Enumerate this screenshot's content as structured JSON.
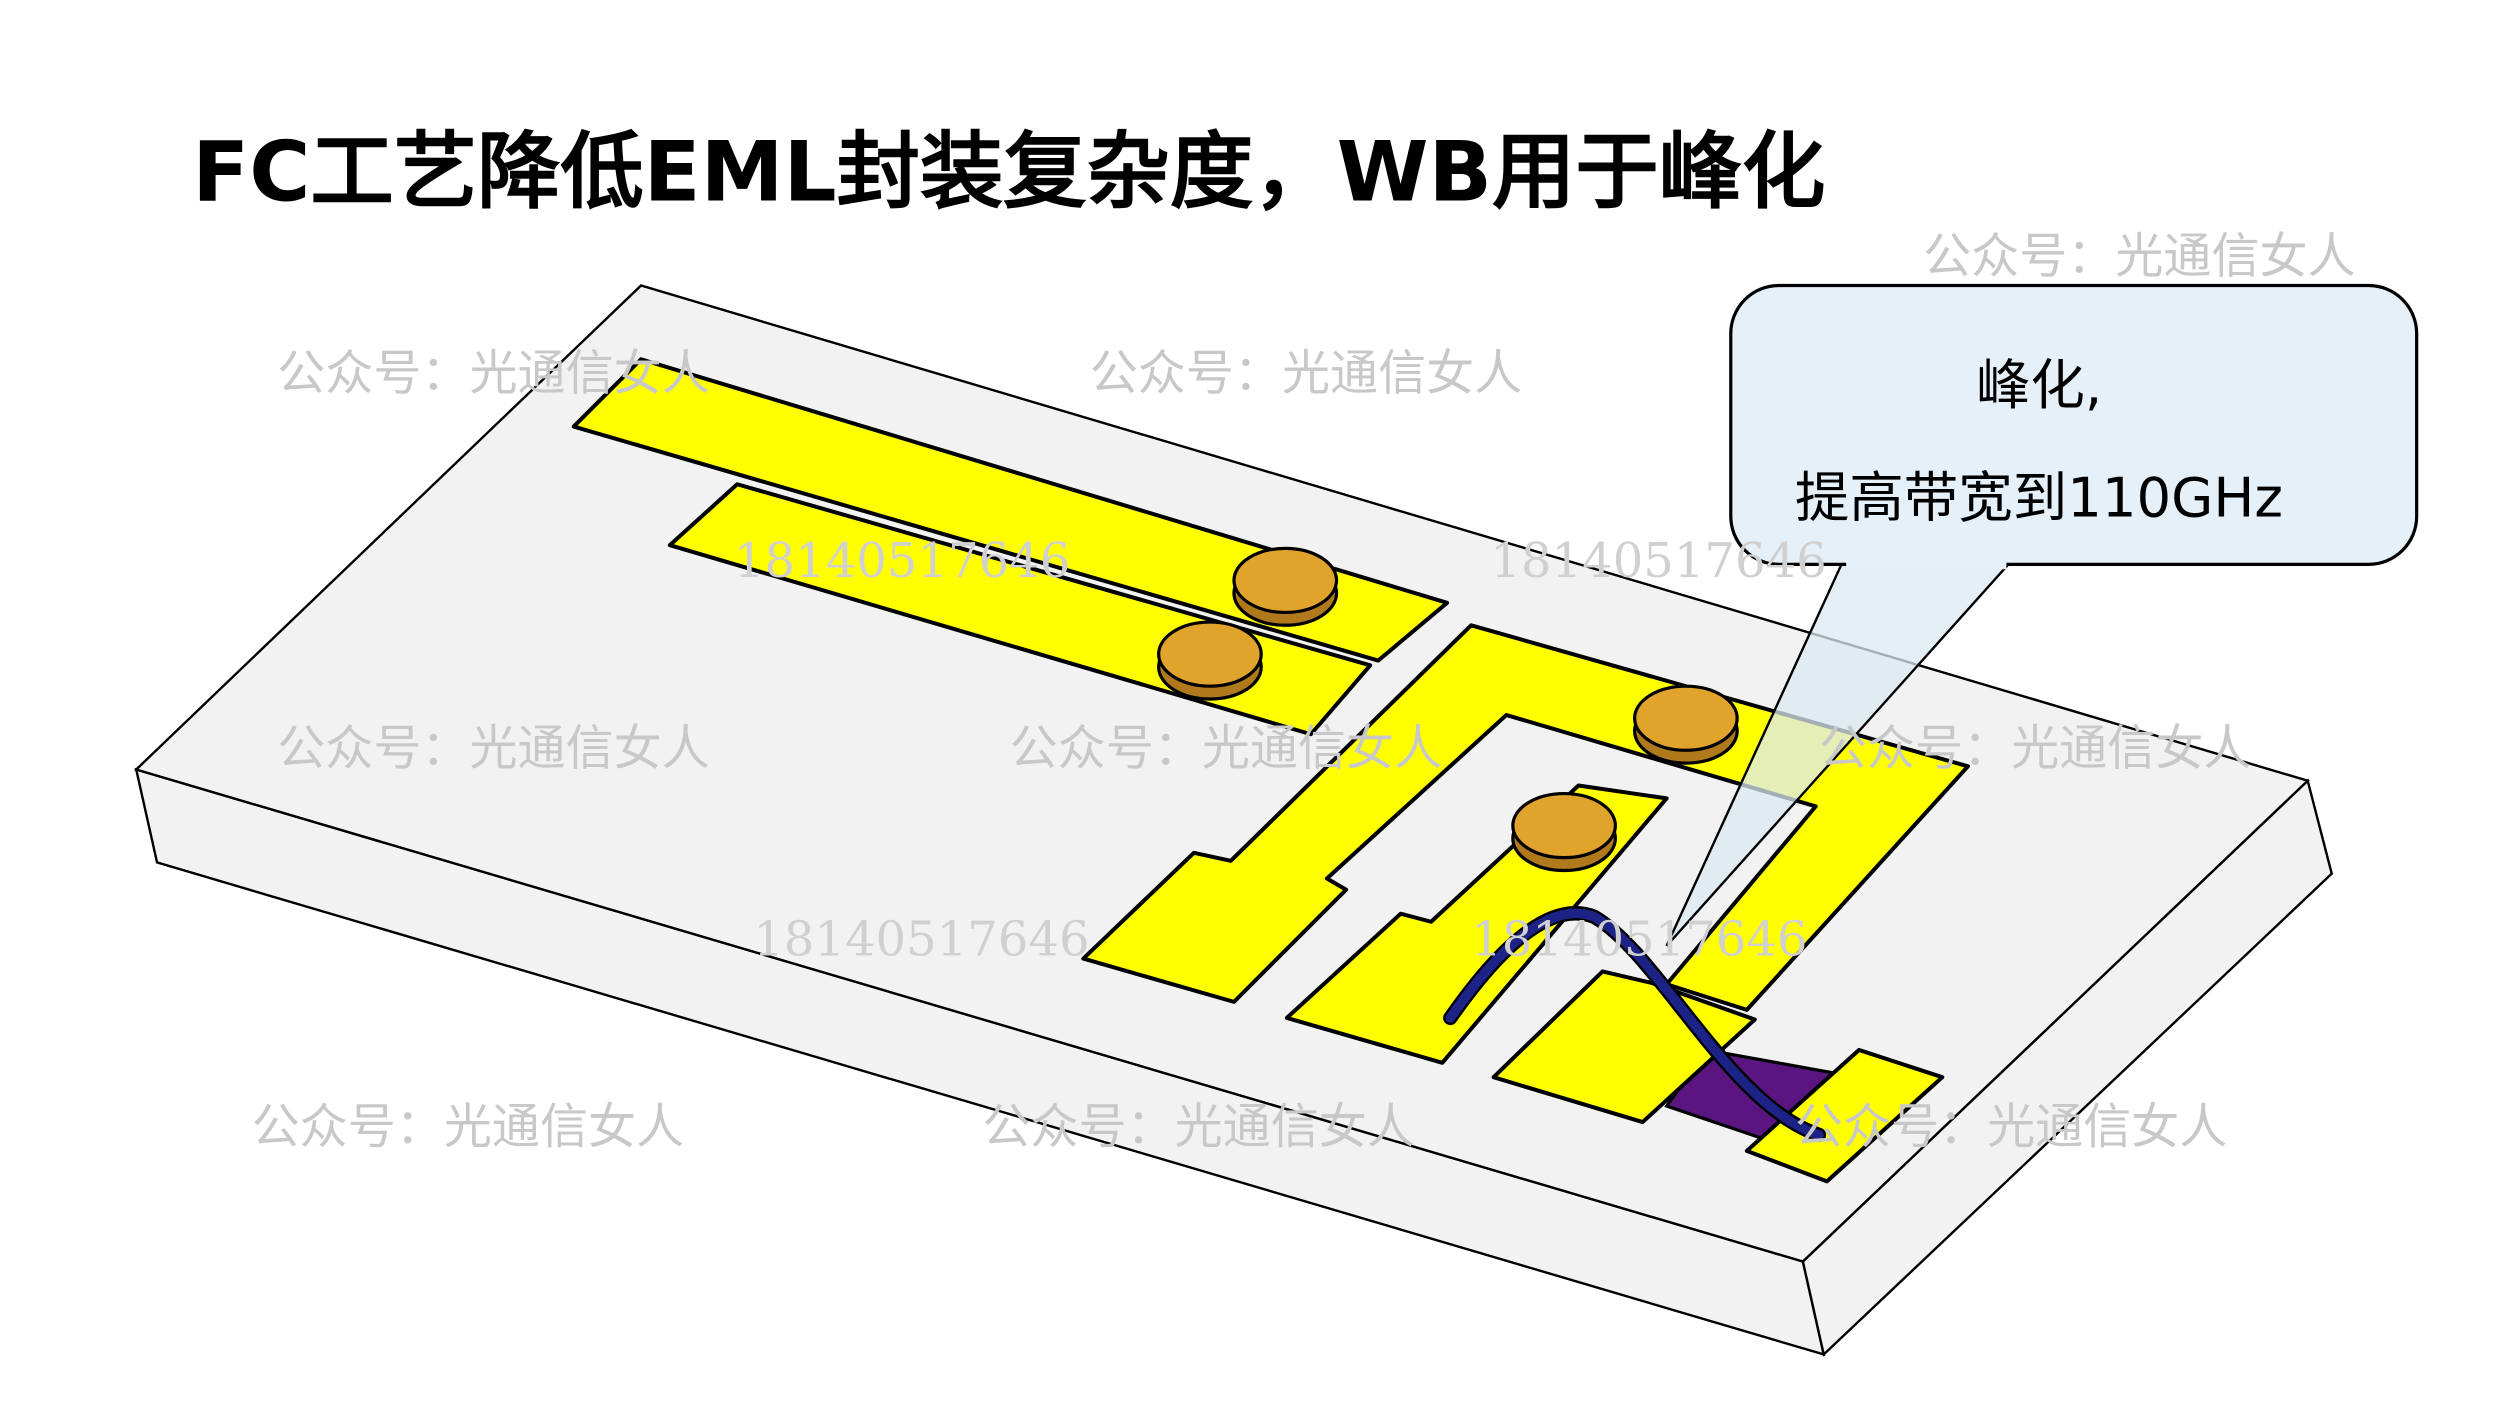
{
  "title": "FC工艺降低EML封装复杂度，WB用于峰化",
  "callout": {
    "line1": "峰化,",
    "line2": "提高带宽到110GHz"
  },
  "watermarks": {
    "account": "公众号：光通信女人",
    "phone": "18140517646"
  },
  "colors": {
    "pad": "#ffff00",
    "bump": "#e0a32c",
    "wire": "#1d2386",
    "chip": "#5a1580",
    "substrate": "#f2f2f2",
    "callout": "#e6f0f8"
  }
}
